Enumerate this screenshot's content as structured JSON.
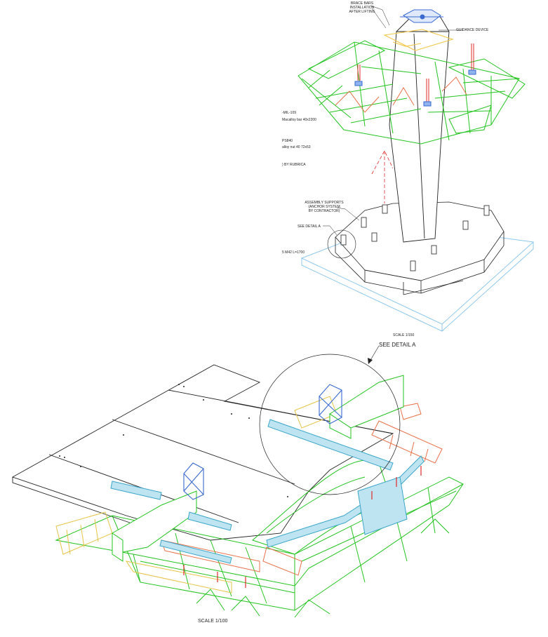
{
  "top_view": {
    "callouts": {
      "brace_bars_l1": "BRACE BARS",
      "brace_bars_l2": "INSTALLATION",
      "brace_bars_l3": "AFTER LIFTING",
      "guidance_device": "GUIDANCE DEVICE",
      "assembly_l1": "ASSEMBLY SUPPORTS",
      "assembly_l2": "(ANCHOR SYSTEM",
      "assembly_l3": "BY CONTRACTOR)",
      "see_detail_a": "SEE DETAIL A"
    },
    "left_notes": {
      "n1": "-MIL-109",
      "n2": "Macalloy bar 40x2200",
      "n3": "PS840",
      "n4": "alloy nut 40 72x53",
      "n5": ") BY RUBRICA",
      "n6": "5 M42 L=1700"
    },
    "scale": "SCALE  1/150"
  },
  "bottom_view": {
    "see_detail_a": "SEE DETAIL A",
    "scale": "SCALE  1/100"
  },
  "colors": {
    "line": "#222222",
    "steel_green": "#22c41e",
    "rail_orange": "#e8704a",
    "rail_yellow": "#e6c447",
    "beam_cyan": "#3aa6c9",
    "foundation_blue": "#8ec8ec",
    "guidance_yellow": "#f2c84a",
    "jack_red": "#e02a2a"
  }
}
